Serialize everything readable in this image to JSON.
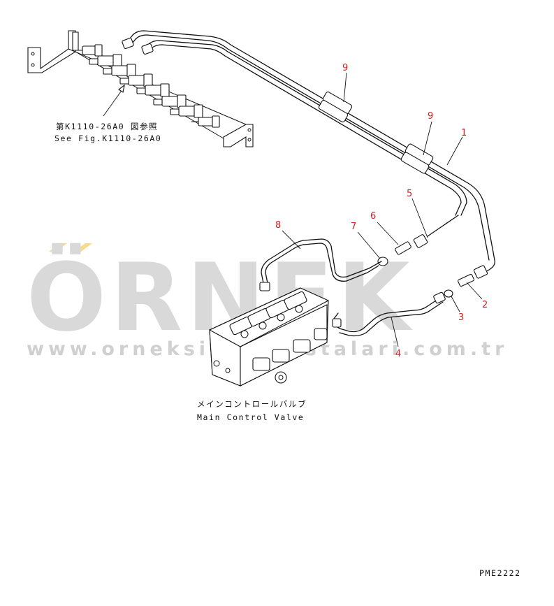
{
  "watermark": {
    "brand": "ÖRNEK",
    "url": "www.orneksiparislistalari.com.tr"
  },
  "callouts": {
    "part_1": "1",
    "part_2": "2",
    "part_3": "3",
    "part_4": "4",
    "part_5": "5",
    "part_6": "6",
    "part_7": "7",
    "part_8": "8",
    "part_9a": "9",
    "part_9b": "9"
  },
  "captions": {
    "ref_jp": "第K1110-26A0 図参照",
    "ref_en": "See Fig.K1110-26A0",
    "valve_jp": "メインコントロールバルブ",
    "valve_en": "Main Control Valve",
    "drawing_code": "PME2222"
  },
  "colors": {
    "callout_number": "#d32020",
    "line_art": "#111111",
    "watermark_text": "#d9d9d9",
    "watermark_accent": "#f4dc8c"
  }
}
